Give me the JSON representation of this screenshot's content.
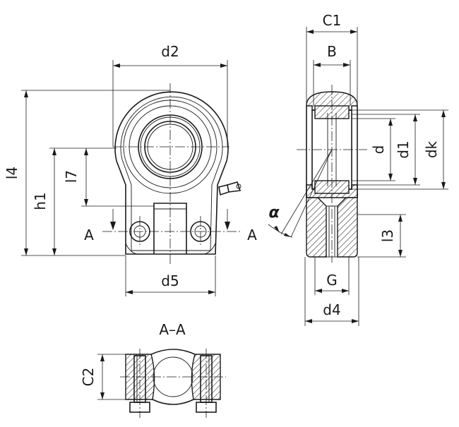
{
  "labels": {
    "d2": "d2",
    "l4": "l4",
    "h1": "h1",
    "l7": "l7",
    "section_a_left": "A",
    "section_a_right": "A",
    "d5": "d5",
    "c1": "C1",
    "b": "B",
    "d": "d",
    "d1": "d1",
    "dk": "dk",
    "alpha": "α",
    "l3": "l3",
    "g": "G",
    "d4": "d4",
    "section_title": "A–A",
    "c2": "C2"
  }
}
